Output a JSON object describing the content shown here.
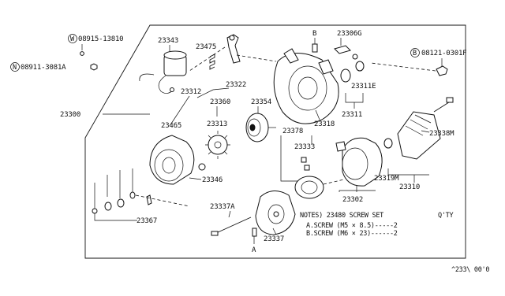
{
  "labels": {
    "w_08915_13810": "W",
    "w_08915_13810_num": "08915-13810",
    "n_08911_3081a": "N",
    "n_08911_3081a_num": "08911-3081A",
    "p23343": "23343",
    "p23475": "23475",
    "p23306g": "23306G",
    "b_08121": "B",
    "b_08121_num": "08121-0301F",
    "p23322": "23322",
    "p23312": "23312",
    "p23360": "23360",
    "p23354": "23354",
    "p23311e": "23311E",
    "p23300": "23300",
    "p23311": "23311",
    "p23318": "23318",
    "p23313": "23313",
    "p23465": "23465",
    "p23378": "23378",
    "p23338m": "23338M",
    "p23333": "23333",
    "p23346": "23346",
    "p23319m": "23319M",
    "p23310": "23310",
    "p23302": "23302",
    "p23367": "23367",
    "p23337a": "23337A",
    "p23337": "23337",
    "callout_b": "B",
    "callout_a": "A"
  },
  "notes": {
    "line1": "NOTES) 23480 SCREW SET",
    "qty_header": "Q'TY",
    "line2": "A.SCREW (M5 × 8.5)-----2",
    "line3": "B.SCREW (M6 × 23)------2"
  },
  "footer_code": "^233\\ 00'0"
}
